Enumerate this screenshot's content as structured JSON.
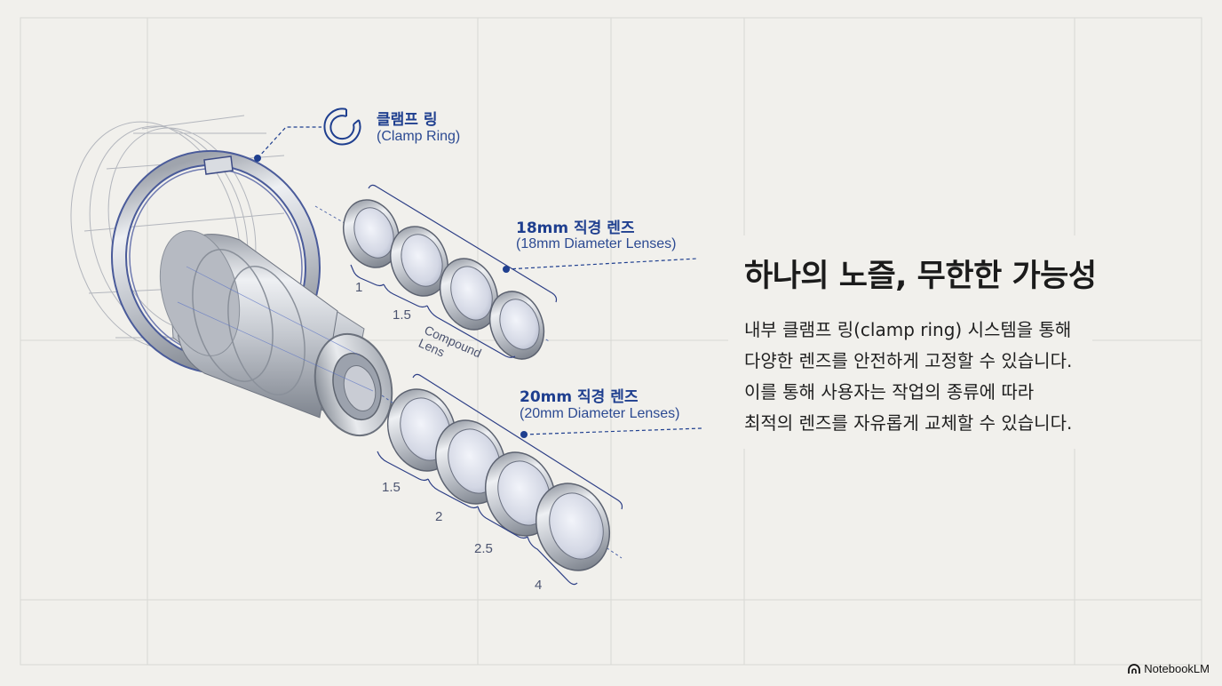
{
  "headline": "하나의 노즐, 무한한 가능성",
  "body_lines": [
    "내부 클램프 링(clamp ring) 시스템을 통해",
    "다양한 렌즈를 안전하게 고정할 수 있습니다.",
    "이를 통해 사용자는 작업의 종류에 따라",
    "최적의 렌즈를 자유롭게 교체할 수 있습니다."
  ],
  "callouts": {
    "clamp_ring": {
      "title": "클램프 링",
      "subtitle": "(Clamp Ring)"
    },
    "lenses_18": {
      "title": "18mm 직경 렌즈",
      "subtitle": "(18mm Diameter Lenses)"
    },
    "lenses_20": {
      "title": "20mm 직경 렌즈",
      "subtitle": "(20mm Diameter Lenses)"
    }
  },
  "lens_numbers_18": [
    "1",
    "1.5"
  ],
  "compound_label": {
    "line1": "Compound",
    "line2": "Lens"
  },
  "lens_numbers_20": [
    "1.5",
    "2",
    "2.5",
    "4"
  ],
  "branding": "NotebookLM",
  "colors": {
    "background": "#f1f0ec",
    "accent_blue": "#1f3f8f",
    "grid": "#d6d6d2",
    "metal": "#c9ccd2"
  }
}
